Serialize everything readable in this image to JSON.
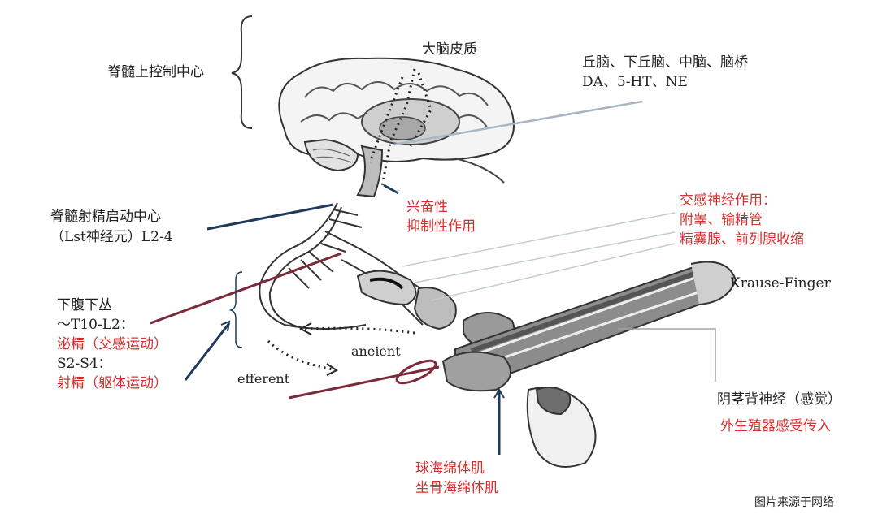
{
  "labels": {
    "supraspinal_center": "脊髓上控制中心",
    "cortex": "大脑皮质",
    "brain_regions": "丘脑、下丘脑、中脑、脑桥",
    "neurotransmitters": "DA、5-HT、NE",
    "excitatory": "兴奋性",
    "inhibitory": "抑制性作用",
    "sympathetic_title": "交感神经作用：",
    "sympathetic_line1": "附睾、输精管",
    "sympathetic_line2": "精囊腺、前列腺收缩",
    "spinal_center_title": "脊髓射精启动中心",
    "spinal_center_sub": "（Lst神经元）L2-4",
    "krause": "Krause-Finger",
    "hypogastric": "下腹下丛",
    "t10_l2": "～T10-L2：",
    "emission": "泌精（交感运动）",
    "s2_s4": "S2-S4：",
    "ejaculation": "射精（躯体运动）",
    "afferent": "aneient",
    "efferent": "efferent",
    "dorsal_nerve": "阴茎背神经（感觉）",
    "sensory_input": "外生殖器感受传入",
    "bulbo": "球海绵体肌",
    "ischio": "坐骨海绵体肌",
    "source": "图片来源于网络"
  },
  "colors": {
    "red_text": "#d32f2f",
    "dark_text": "#222222",
    "navy_line": "#1f3a5a",
    "maroon_line": "#7a2a3a",
    "gray_line": "#a9b6c2"
  }
}
